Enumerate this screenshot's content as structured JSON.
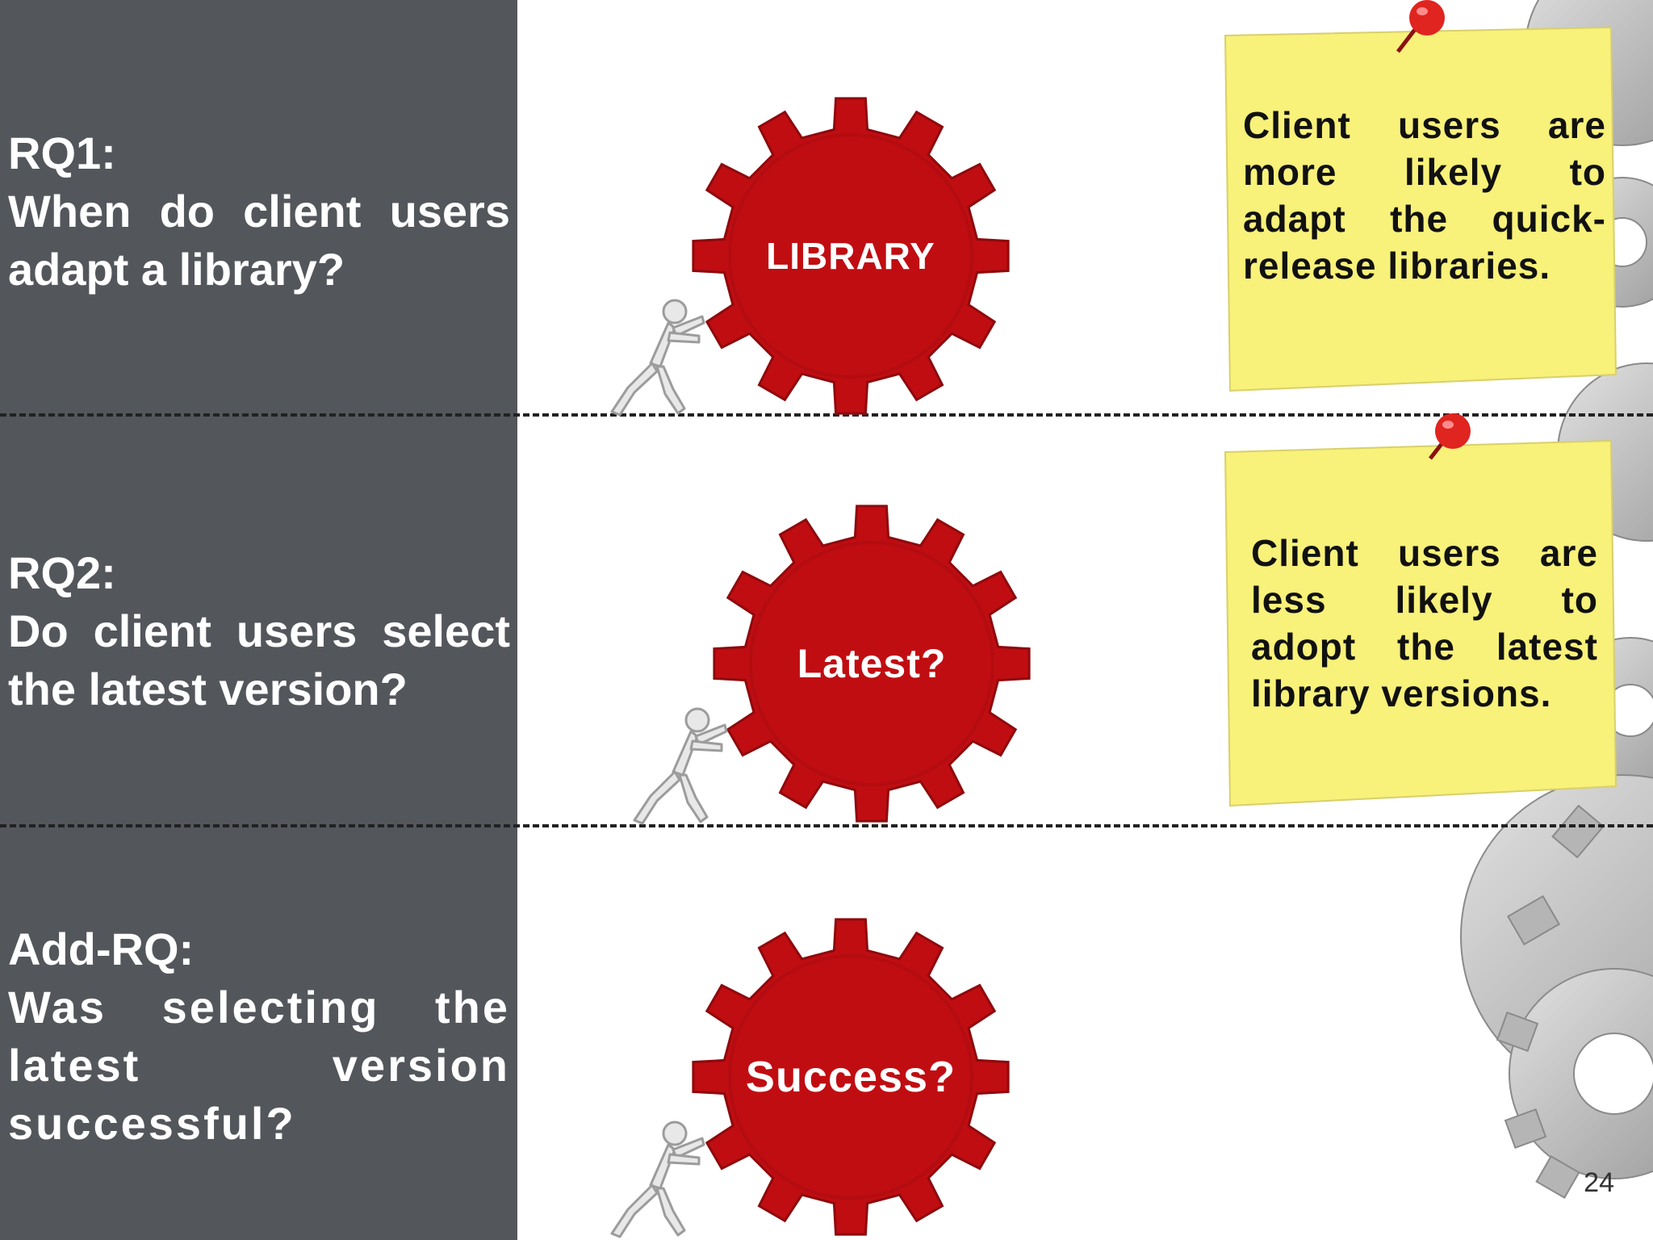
{
  "research_questions": [
    {
      "title": "RQ1:",
      "text": "When do client users adapt a library?"
    },
    {
      "title": "RQ2:",
      "text": "Do client users select the latest version?"
    },
    {
      "title": "Add-RQ:",
      "text": "Was selecting the latest version successful?"
    }
  ],
  "gears": [
    {
      "label": "LIBRARY",
      "color": "#c00d12"
    },
    {
      "label": "Latest?",
      "color": "#c00d12"
    },
    {
      "label": "Success?",
      "color": "#c00d12"
    }
  ],
  "notes": [
    {
      "text": "Client users are more likely to adapt the quick-release libraries.",
      "color": "#f8f17a"
    },
    {
      "text": "Client users are less likely to adopt the latest library versions.",
      "color": "#f8f17a"
    }
  ],
  "page_number": "24",
  "colors": {
    "panel": "#53565b",
    "pin": "#e0241f",
    "bg_gear": "#c8c8c8"
  }
}
